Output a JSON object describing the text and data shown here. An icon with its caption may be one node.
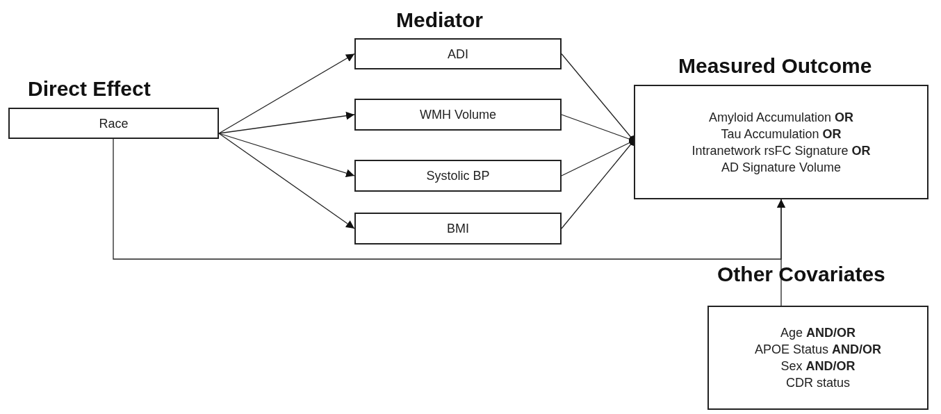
{
  "diagram": {
    "nodes": [
      {
        "text": [
          "Direct Effect",
          "Race"
        ]
      },
      {
        "text": [
          "ADI"
        ]
      },
      {
        "text": [
          "WMH Volume"
        ]
      },
      {
        "text": [
          "Systolic BP"
        ]
      },
      {
        "text": [
          "BMI"
        ]
      },
      {
        "text": [
          "Measured Outcome",
          "Amyloid Accumulation **OR**",
          "Tau Accumulation **OR**",
          "Intranetwork rsFC Signature **OR**",
          "AD Signature Volume"
        ]
      },
      {
        "text": [
          "Other Covariates",
          "Age **AND/OR**",
          "APOE Status **AND/OR**",
          "Sex **AND/OR**",
          "CDR status"
        ]
      }
    ],
    "edges": [
      {
        "from": 0,
        "to": 1,
        "arrow": "to"
      },
      {
        "from": 0,
        "to": 2,
        "arrow": "to"
      },
      {
        "from": 0,
        "to": 3,
        "arrow": "to"
      },
      {
        "from": 0,
        "to": 4,
        "arrow": "to"
      },
      {
        "from": 1,
        "to": 5,
        "arrow": "other"
      },
      {
        "from": 2,
        "to": 5,
        "arrow": "other"
      },
      {
        "from": 3,
        "to": 5,
        "arrow": "other"
      },
      {
        "from": 4,
        "to": 5,
        "arrow": "other"
      },
      {
        "from": 0,
        "to": 5,
        "arrow": "to"
      },
      {
        "from": 6,
        "to": 5,
        "arrow": "to"
      }
    ],
    "labels": [
      "Mediator"
    ]
  }
}
